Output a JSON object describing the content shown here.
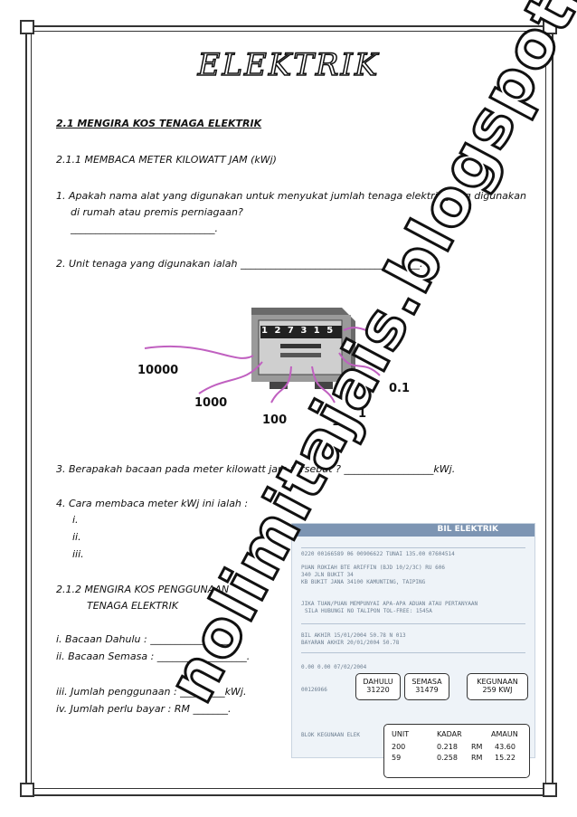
{
  "title": "ELEKTRIK",
  "section": "2.1 MENGIRA KOS TENAGA ELEKTRIK",
  "sub1": "2.1.1 MEMBACA METER KILOWATT JAM (kWj)",
  "q1a": "1. Apakah nama alat yang digunakan untuk menyukat jumlah tenaga elektrik yang digunakan",
  "q1b": "di rumah atau premis perniagaan?",
  "q1c": "_____________________________.",
  "q2": "2. Unit tenaga yang digunakan ialah ____________________________________.",
  "meter": {
    "digits": "1 2 7 3 1 5",
    "labels": [
      "10000",
      "1000",
      "100",
      "10",
      "1",
      "0.1"
    ]
  },
  "q3": "3. Berapakah bacaan pada meter kilowatt jam tersebut ? __________________kWj.",
  "q4": "4. Cara membaca meter kWj ini ialah :",
  "q4_items": [
    "i.",
    "ii.",
    "iii."
  ],
  "sub2a": "2.1.2 MENGIRA KOS PENGGUNAAN",
  "sub2b": "TENAGA ELEKTRIK",
  "r1": "i. Bacaan Dahulu : __________________.",
  "r2": "ii. Bacaan Semasa : __________________.",
  "r3": "iii.     Jumlah penggunaan : _________kWj.",
  "r4": "iv. Jumlah perlu bayar : RM _______.",
  "watermark": "nolimitajais.blogspot.com",
  "bill": {
    "title": "BIL ELEKTRIK",
    "lines": [
      "0220 00166589 06   00906622   TUNAI        135.00    07604514",
      "PUAN ROKIAH BTE ARIFFIN  (BJD 10/2/3C)           RU 606",
      "340 JLN BUKIT 34",
      "KB BUKIT JANA 34100 KAMUNTING, TAIPING",
      "JIKA TUAN/PUAN MEMPUNYAI APA-APA ADUAN ATAU PERTANYAAN",
      "SILA HUBUNGI NO TALIPON TOL-FREE: 1545A",
      "BIL AKHIR    15/01/2004          50.78        N         013",
      "BAYARAN AKHIR 20/01/2004         50.78",
      "0.00                           0.00      07/02/2004",
      "00126966",
      "BLOK KEGUNAAN ELEK"
    ],
    "dahulu_label": "DAHULU",
    "dahulu": "31220",
    "semasa_label": "SEMASA",
    "semasa": "31479",
    "kegunaan_label": "KEGUNAAN",
    "kegunaan": "259 KWJ",
    "table_headers": [
      "UNIT",
      "KADAR",
      "AMAUN"
    ],
    "rows": [
      {
        "unit": "200",
        "kadar": "0.218",
        "rm": "RM",
        "amaun": "43.60"
      },
      {
        "unit": "59",
        "kadar": "0.258",
        "rm": "RM",
        "amaun": "15.22"
      }
    ]
  }
}
